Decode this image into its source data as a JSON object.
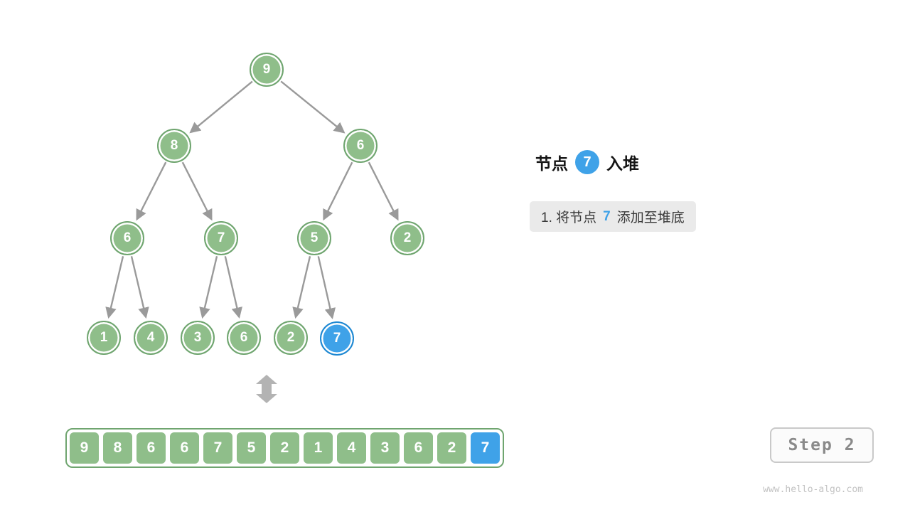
{
  "colors": {
    "green": "#8FBE8A",
    "green_border": "#6FA56F",
    "blue": "#3FA2E8",
    "blue_border": "#1E88D2",
    "arrow": "#9A9A9A",
    "arrow_light": "#B3B3B3"
  },
  "tree": {
    "nodes": [
      9,
      8,
      6,
      6,
      7,
      5,
      2,
      1,
      4,
      3,
      6,
      2,
      7
    ],
    "highlight_index": 12
  },
  "array": {
    "values": [
      9,
      8,
      6,
      6,
      7,
      5,
      2,
      1,
      4,
      3,
      6,
      2,
      7
    ],
    "highlight_index": 12
  },
  "caption": {
    "prefix": "节点",
    "badge": "7",
    "suffix": "入堆"
  },
  "note": {
    "prefix": "1. 将节点",
    "value": "7",
    "suffix": "添加至堆底"
  },
  "step_label": "Step 2",
  "watermark": "www.hello-algo.com"
}
